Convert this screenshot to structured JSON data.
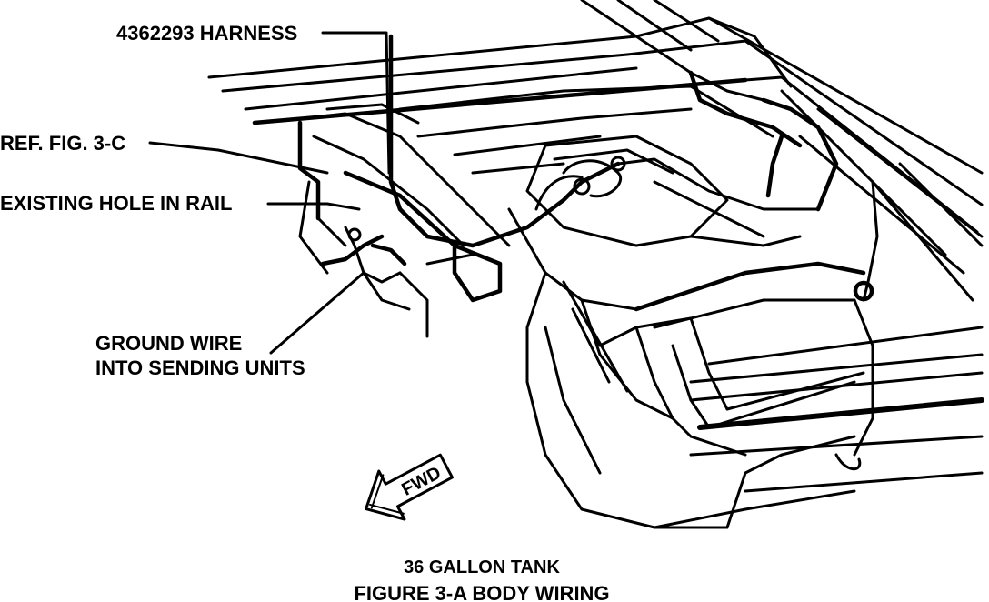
{
  "callouts": {
    "harness": "4362293 HARNESS",
    "ref_fig": "REF. FIG. 3-C",
    "existing_hole": "EXISTING HOLE IN RAIL",
    "ground_wire_line1": "GROUND WIRE",
    "ground_wire_line2": "INTO SENDING UNITS"
  },
  "direction_arrow": {
    "label": "FWD"
  },
  "caption": {
    "subtitle": "36 GALLON TANK",
    "title": "FIGURE 3-A  BODY WIRING"
  },
  "colors": {
    "ink": "#000000",
    "background": "#ffffff"
  }
}
